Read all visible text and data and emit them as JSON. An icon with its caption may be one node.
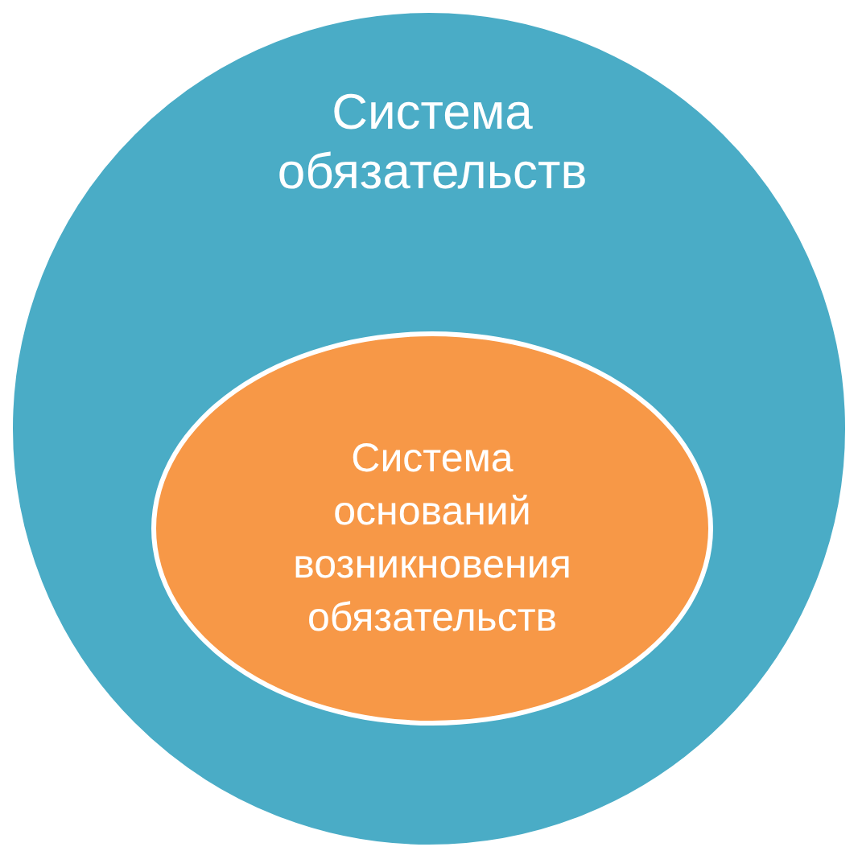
{
  "diagram": {
    "nodes": [
      {
        "text": [
          "Система обязательств"
        ]
      },
      {
        "text": [
          "Система оснований возникновения обязательств"
        ],
        "in": 0
      }
    ]
  }
}
